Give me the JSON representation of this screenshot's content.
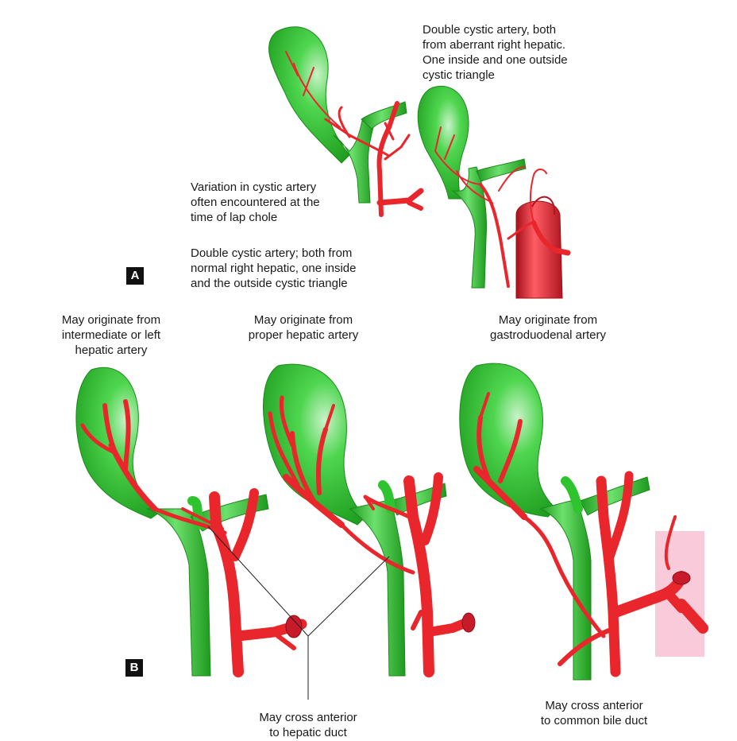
{
  "panels": {
    "a": "A",
    "b": "B"
  },
  "labels": {
    "top_right": "Double cystic artery, both\nfrom aberrant right hepatic.\nOne inside and one outside\ncystic triangle",
    "variation": "Variation in cystic artery\noften encountered at the\ntime of lap chole",
    "double_normal": "Double cystic artery; both from\nnormal right hepatic, one inside\nand the outside cystic triangle",
    "orig_left": "May originate from\nintermediate or left\nhepatic artery",
    "orig_proper": "May originate from\nproper hepatic artery",
    "orig_gastro": "May originate from\ngastroduodenal artery",
    "cross_hepatic": "May cross anterior\nto hepatic duct",
    "cross_cbd": "May cross anterior\nto common bile duct"
  },
  "colors": {
    "duct_green": "#2fc42f",
    "gallbladder_green": "#45d445",
    "artery_red": "#e8262b",
    "artery_dark": "#b5141a",
    "duodenum_pink": "#f7b8cc"
  }
}
